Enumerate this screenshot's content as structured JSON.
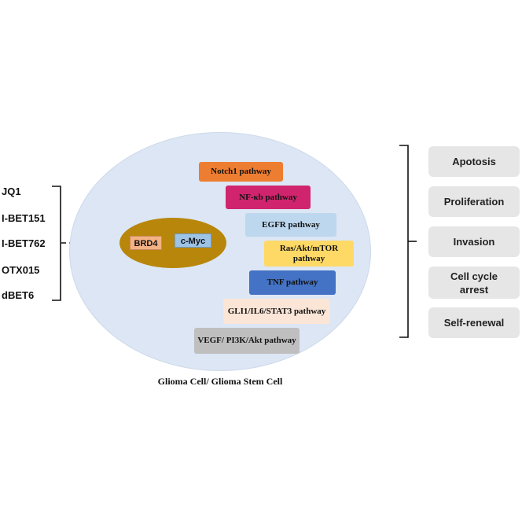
{
  "inhibitors": [
    "JQ1",
    "I-BET151",
    "I-BET762",
    "OTX015",
    "dBET6"
  ],
  "nucleus": {
    "brd4": "BRD4",
    "cmyc": "c-Myc"
  },
  "pathways": [
    {
      "label": "Notch1 pathway",
      "color": "#ed7d31"
    },
    {
      "label": "NF-κb pathway",
      "color": "#d0246e"
    },
    {
      "label": "EGFR pathway",
      "color": "#bdd7ee"
    },
    {
      "label": "Ras/Akt/mTOR pathway",
      "color": "#ffd966"
    },
    {
      "label": "TNF pathway",
      "color": "#4472c4"
    },
    {
      "label": "GLI1/IL6/STAT3 pathway",
      "color": "#fbe5d6"
    },
    {
      "label": "VEGF/ PI3K/Akt pathway",
      "color": "#bfbfbf"
    }
  ],
  "outcomes": [
    "Apotosis",
    "Proliferation",
    "Invasion",
    "Cell cycle arrest",
    "Self-renewal"
  ],
  "caption": "Glioma Cell/ Glioma Stem Cell",
  "colors": {
    "cell": "#dce6f4",
    "nucleus": "#b8860b",
    "brd4": "#f4b183",
    "cmyc": "#9dc3e6",
    "outcome_box": "#e6e6e6"
  }
}
